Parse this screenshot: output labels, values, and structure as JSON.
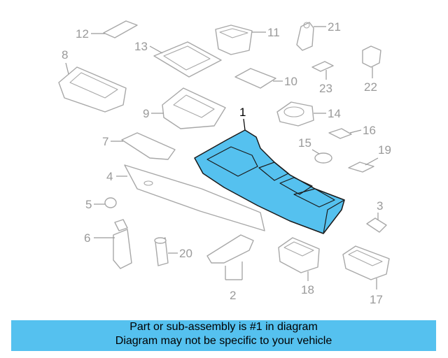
{
  "diagram": {
    "highlight_color": "#55c1ef",
    "callouts": {
      "c1": "1",
      "c2": "2",
      "c3": "3",
      "c4": "4",
      "c5": "5",
      "c6": "6",
      "c7": "7",
      "c8": "8",
      "c9": "9",
      "c10": "10",
      "c11": "11",
      "c12": "12",
      "c13": "13",
      "c14": "14",
      "c15": "15",
      "c16": "16",
      "c17": "17",
      "c18": "18",
      "c19": "19",
      "c20": "20",
      "c21": "21",
      "c22": "22",
      "c23": "23"
    }
  },
  "banner": {
    "line1": "Part or sub-assembly is #1 in diagram",
    "line2": "Diagram may not be specific to your vehicle"
  }
}
